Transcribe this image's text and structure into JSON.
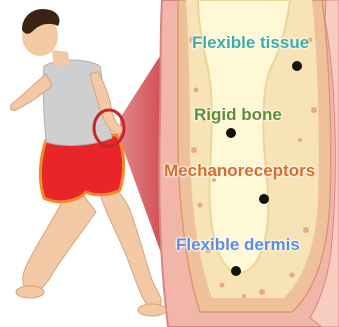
{
  "labels": {
    "flexible_tissue": "Flexible tissue",
    "rigid_bone": "Rigid bone",
    "mechanoreceptors": "Mechanoreceptors",
    "flexible_dermis": "Flexible dermis"
  },
  "colors": {
    "flexible_tissue": "#3fae9c",
    "rigid_bone": "#5f8f2e",
    "mechanoreceptors": "#e06a24",
    "flexible_dermis": "#5b8de0",
    "callout": "#c8242b",
    "skin": "#f2b6a8",
    "tissue": "#f7e3b5",
    "bone": "#fff8d6",
    "shorts": "#e8262a",
    "shirt": "#cfcfcf"
  }
}
